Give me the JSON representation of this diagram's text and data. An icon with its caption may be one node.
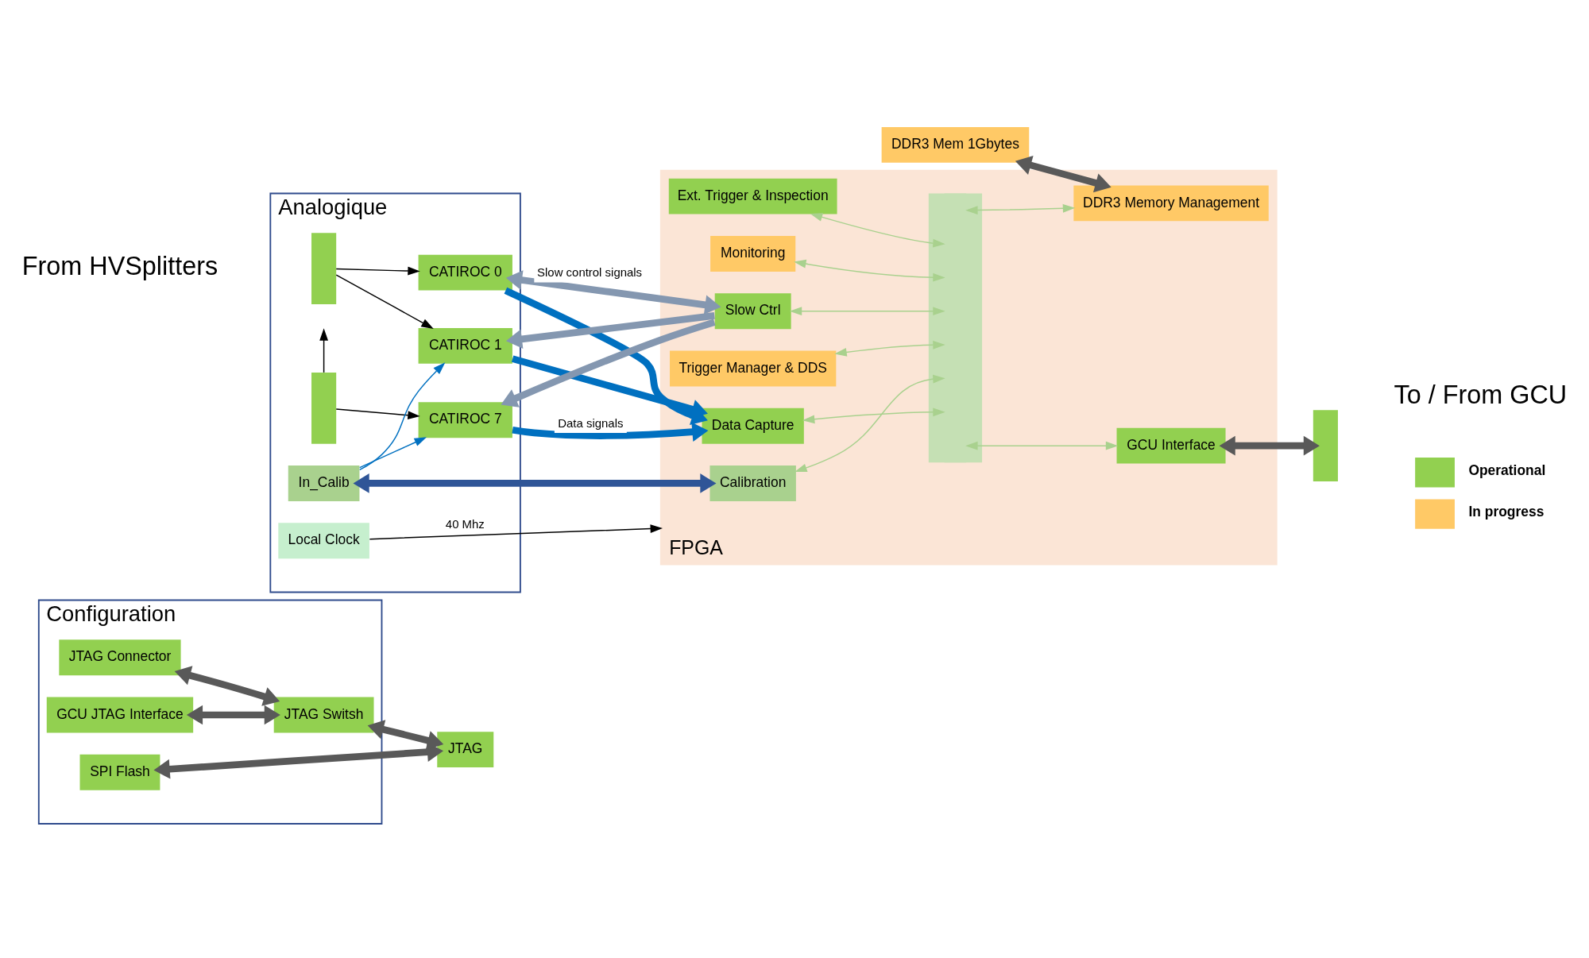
{
  "diagram": {
    "nodes": [
      {
        "text": [
          "Configuration"
        ]
      },
      {
        "text": [
          "JTAG Connector"
        ],
        "in": 0
      },
      {
        "text": [
          "SPI Flash"
        ],
        "in": 0
      },
      {
        "text": [
          "GCU JTAG Interface"
        ],
        "in": 0
      },
      {
        "text": [
          "JTAG Switsh"
        ],
        "in": 0
      },
      {
        "text": [
          "JTAG"
        ]
      },
      {
        "text": [
          "DDR3 Mem 1Gbytes"
        ]
      },
      {
        "text": [
          "FPGA"
        ]
      },
      {
        "text": [
          "DDR3 Memory Management"
        ],
        "in": 7
      },
      {
        "text": [
          "Ext. Trigger & Inspection"
        ],
        "in": 7
      },
      {
        "text": [
          "Monitoring"
        ],
        "in": 7
      },
      {
        "text": [
          "Slow Ctrl"
        ],
        "in": 7
      },
      {
        "text": [
          "Trigger Manager & DDS"
        ],
        "in": 7
      },
      {
        "text": [
          "Calibration"
        ],
        "in": 7
      },
      {
        "text": [
          "Data Capture"
        ],
        "in": 7
      },
      {
        "text": [
          "GCU Interface"
        ],
        "in": 7
      },
      {
        "text": [],
        "shape": "bar",
        "in": 7
      },
      {
        "text": [
          "Analogique"
        ]
      },
      {
        "text": [],
        "shape": "box",
        "in": 17
      },
      {
        "text": [
          "CATIROC 0"
        ],
        "in": 17
      },
      {
        "text": [
          "CATIROC 1"
        ],
        "in": 17
      },
      {
        "text": [],
        "shape": "box",
        "in": 17
      },
      {
        "text": [
          "CATIROC 7"
        ],
        "in": 17
      },
      {
        "text": [
          "In_Calib"
        ],
        "in": 17
      },
      {
        "text": [
          "Local Clock"
        ],
        "in": 17
      },
      {
        "text": [],
        "shape": "box"
      }
    ],
    "edges": [
      {
        "from": 1,
        "to": 4,
        "arrow": "both",
        "style": "thick",
        "color": "#595959"
      },
      {
        "from": 3,
        "to": 4,
        "arrow": "both",
        "style": "thick",
        "color": "#595959"
      },
      {
        "from": 4,
        "to": 5,
        "arrow": "both",
        "style": "thick",
        "color": "#595959"
      },
      {
        "from": 2,
        "to": 5,
        "arrow": "both",
        "style": "thick",
        "color": "#595959"
      },
      {
        "from": 6,
        "to": 8,
        "arrow": "both",
        "style": "thick",
        "color": "#595959"
      },
      {
        "from": 16,
        "to": 8,
        "arrow": "both"
      },
      {
        "from": 9,
        "to": 16,
        "arrow": "both"
      },
      {
        "from": 10,
        "to": 16,
        "arrow": "both"
      },
      {
        "from": 11,
        "to": 16,
        "arrow": "both"
      },
      {
        "from": 12,
        "to": 16,
        "arrow": "both"
      },
      {
        "from": 13,
        "to": 16,
        "arrow": "both"
      },
      {
        "from": 14,
        "to": 16,
        "arrow": "both"
      },
      {
        "from": 16,
        "to": 15,
        "arrow": "both"
      },
      {
        "from": 15,
        "to": 25,
        "arrow": "both",
        "style": "thick",
        "color": "#595959"
      },
      {
        "from": 19,
        "to": 11,
        "arrow": "both",
        "label": "Slow control signals",
        "style": "thick",
        "color": "#8497b0"
      },
      {
        "from": 11,
        "to": 20,
        "arrow": "to",
        "style": "thick",
        "color": "#8497b0"
      },
      {
        "from": 11,
        "to": 22,
        "arrow": "to",
        "style": "thick",
        "color": "#8497b0"
      },
      {
        "from": 19,
        "to": 14,
        "arrow": "to",
        "style": "thick",
        "color": "#0070c0"
      },
      {
        "from": 20,
        "to": 14,
        "arrow": "to",
        "style": "thick",
        "color": "#0070c0"
      },
      {
        "from": 22,
        "to": 14,
        "arrow": "to",
        "label": "Data signals",
        "style": "thick",
        "color": "#0070c0"
      },
      {
        "from": 23,
        "to": 20,
        "arrow": "to",
        "color": "#0070c0"
      },
      {
        "from": 23,
        "to": 22,
        "arrow": "to",
        "color": "#0070c0"
      },
      {
        "from": 23,
        "to": 13,
        "arrow": "both",
        "style": "thick",
        "color": "#2f5597"
      },
      {
        "from": 18,
        "to": 19,
        "arrow": "to",
        "color": "#000000"
      },
      {
        "from": 18,
        "to": 20,
        "arrow": "to",
        "color": "#000000"
      },
      {
        "from": 21,
        "to": null,
        "arrow": "to",
        "color": "#000000"
      },
      {
        "from": 21,
        "to": 22,
        "arrow": "to",
        "color": "#000000"
      },
      {
        "from": 24,
        "to": 7,
        "arrow": "to",
        "label": "40 Mhz",
        "color": "#000000"
      }
    ],
    "labels": [
      "From HVSplitters",
      "To / From GCU"
    ],
    "legend": [
      {
        "text": "Operational",
        "color": "#92d050"
      },
      {
        "text": "In progress",
        "color": "#ffc966"
      }
    ]
  }
}
